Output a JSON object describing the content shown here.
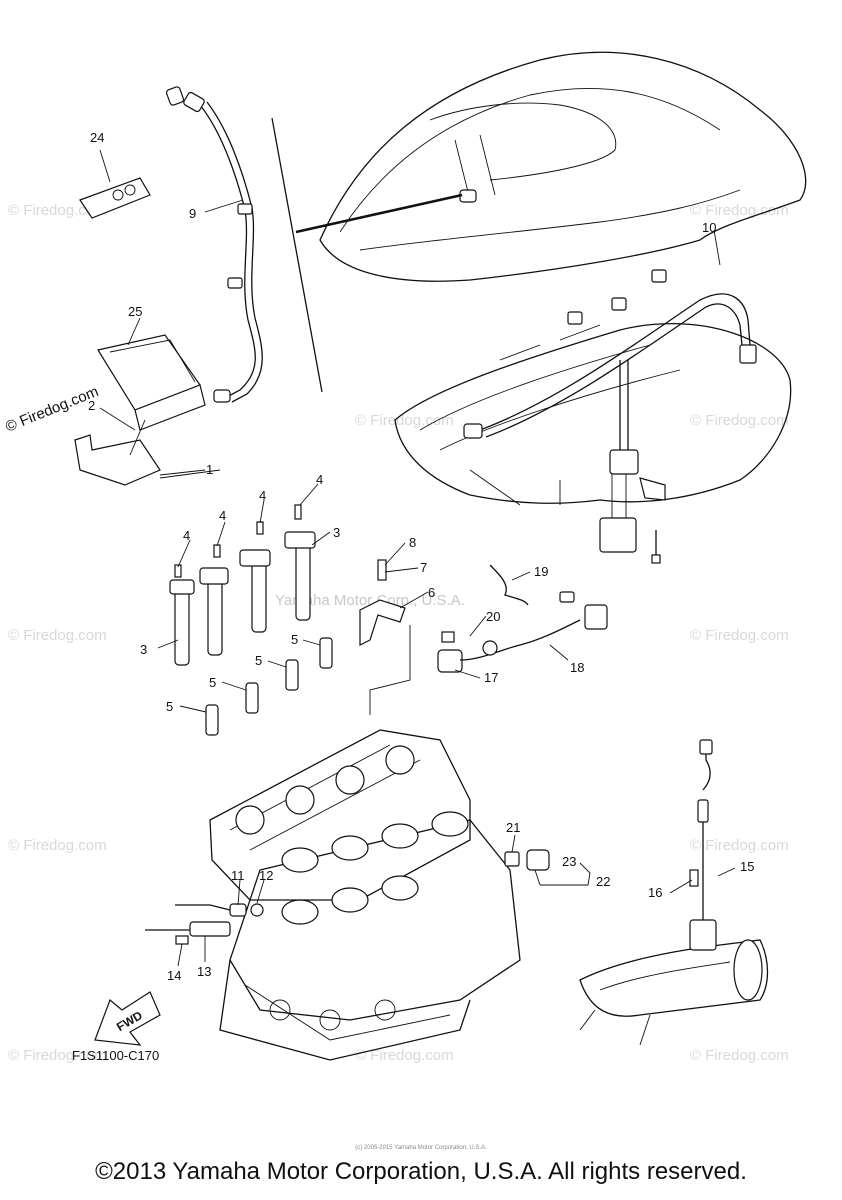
{
  "watermark": {
    "site": "© Firedog.com",
    "center": "Yamaha Motor Corp., U.S.A."
  },
  "callouts": {
    "c1": "1",
    "c2": "2",
    "c3a": "3",
    "c3b": "3",
    "c4a": "4",
    "c4b": "4",
    "c4c": "4",
    "c4d": "4",
    "c5a": "5",
    "c5b": "5",
    "c5c": "5",
    "c5d": "5",
    "c6": "6",
    "c7": "7",
    "c8": "8",
    "c9": "9",
    "c10": "10",
    "c11": "11",
    "c12": "12",
    "c13": "13",
    "c14": "14",
    "c15": "15",
    "c16": "16",
    "c17": "17",
    "c18": "18",
    "c19": "19",
    "c20": "20",
    "c21": "21",
    "c22": "22",
    "c23": "23",
    "c24": "24",
    "c25": "25"
  },
  "fwd_label": "FWD",
  "diagram_code": "F1S1100-C170",
  "small_notice": "(c) 2005-2015 Yamaha Motor Corporation, U.S.A.",
  "copyright": "©2013 Yamaha Motor Corporation, U.S.A. All rights reserved."
}
